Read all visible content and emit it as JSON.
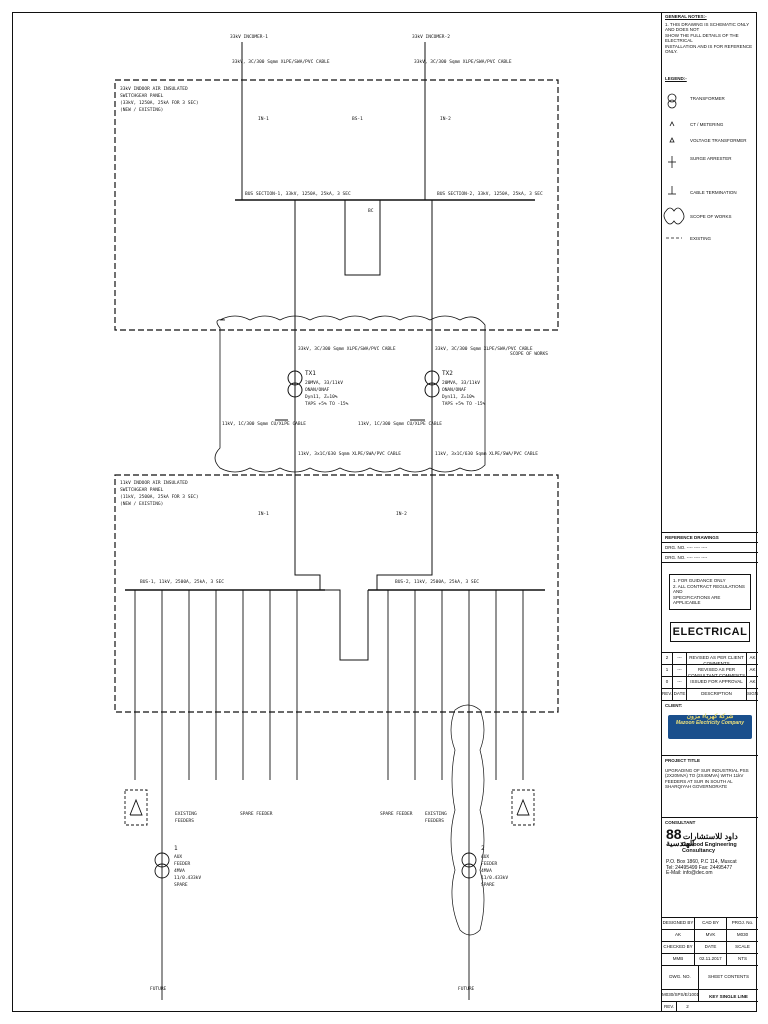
{
  "notes": {
    "title": "GENERAL NOTES:-",
    "lines": [
      "1. THIS DRAWING IS SCHEMATIC ONLY AND DOES NOT",
      "SHOW THE FULL DETAILS OF THE ELECTRICAL",
      "INSTALLATION AND IS FOR REFERENCE ONLY."
    ],
    "legend_title": "LEGEND:-",
    "legend": [
      "TRANSFORMER",
      "CT / METERING",
      "VOLTAGE TRANSFORMER",
      "SURGE ARRESTER",
      "CABLE TERMINATION",
      "SCOPE OF WORKS",
      "EXISTING"
    ]
  },
  "diagram": {
    "incomers": [
      "33kV INCOMER-1",
      "33kV INCOMER-2"
    ],
    "incomer_cables": [
      "33kV, 3C/300 Sqmm XLPE/SWA/PVC CABLE",
      "33kV, 3C/300 Sqmm XLPE/SWA/PVC CABLE"
    ],
    "hv_board": [
      "33kV INDOOR AIR INSULATED",
      "SWITCHGEAR PANEL",
      "(33kV, 1250A, 25kA FOR 3 SEC)",
      "(NEW / EXISTING)"
    ],
    "hv_panels": [
      "IN-1",
      "BS-1",
      "IN-2"
    ],
    "hv_busbar_1": "BUS SECTION-1, 33kV, 1250A, 25kA, 3 SEC",
    "hv_busbar_2": "BUS SECTION-2, 33kV, 1250A, 25kA, 3 SEC",
    "buscoupler": "BC",
    "scope_label": "SCOPE OF WORKS",
    "tx": [
      "TX1",
      "TX2"
    ],
    "tx_cable_hv": [
      "33kV, 3C/300 Sqmm XLPE/SWA/PVC CABLE",
      "33kV, 3C/300 Sqmm XLPE/SWA/PVC CABLE"
    ],
    "tx_spec": [
      "20MVA, 33/11kV",
      "ONAN/ONAF",
      "Dyn11, Z=10%",
      "TAPS +5% TO -15%"
    ],
    "tx_earth": [
      "11kV, 1C/300 Sqmm CU/XLPE CABLE",
      "11kV, 1C/300 Sqmm CU/XLPE CABLE"
    ],
    "tx_cable_lv": [
      "11kV, 3x1C/630 Sqmm XLPE/SWA/PVC CABLE",
      "11kV, 3x1C/630 Sqmm XLPE/SWA/PVC CABLE"
    ],
    "mv_board": [
      "11kV INDOOR AIR INSULATED",
      "SWITCHGEAR PANEL",
      "(11kV, 2500A, 25kA FOR 3 SEC)",
      "(NEW / EXISTING)"
    ],
    "mv_incomers": [
      "IN-1",
      "IN-2"
    ],
    "mv_busbar_1": "BUS-1, 11kV, 2500A, 25kA, 3 SEC",
    "mv_busbar_2": "BUS-2, 11kV, 2500A, 25kA, 3 SEC",
    "load_left": [
      "1",
      "AUX",
      "FEEDER",
      "4MVA",
      "11/0.433kV",
      "SPARE"
    ],
    "load_right": [
      "2",
      "AUX",
      "FEEDER",
      "4MVA",
      "11/0.433kV",
      "SPARE"
    ],
    "existing_label": [
      "EXISTING",
      "FEEDERS"
    ],
    "spare_feeder": "SPARE FEEDER",
    "future": "FUTURE"
  },
  "title_block": {
    "reference_title": "REFERENCE DRAWINGS",
    "ref_rows": [
      "DRG. NO. ---- ---- ----",
      "DRG. NO. ---- ---- ----"
    ],
    "notes_box": [
      "1. FOR GUIDANCE ONLY",
      "2. ALL CONTRACT REGULATIONS AND",
      "SPECIFICATIONS ARE APPLICABLE"
    ],
    "discipline": "ELECTRICAL",
    "revisions": [
      {
        "rev": "2",
        "date": "---",
        "desc": "REVISED AS PER CLIENT COMMENTS",
        "by": "AK"
      },
      {
        "rev": "1",
        "date": "---",
        "desc": "REVISED AS PER CONSULTANT COMMENTS",
        "by": "AK"
      },
      {
        "rev": "0",
        "date": "---",
        "desc": "ISSUED FOR APPROVAL",
        "by": "AK"
      }
    ],
    "rev_headers": [
      "REV.",
      "DATE",
      "DESCRIPTION",
      "SIGN"
    ],
    "client_label": "CLIENT:",
    "client_name_ar": "شركة كهرباء مزون",
    "client_name_en": "Mazoon Electricity Company",
    "project_label": "PROJECT TITLE",
    "project_title": "UPGRADING OF SUR INDUSTRIAL PSS (2X20MVA) TO (2X40MVA) WITH 11kV FEEDERS AT SUR IN SOUTH AL SHARQIYAH GOVERNORATE",
    "consultant_label": "CONSULTANT",
    "consultant_logo": "88",
    "consultant_name_ar": "داود للاستشارات الهندسية",
    "consultant_name_en": "Dawood Engineering Consultancy",
    "consultant_address": [
      "P.O. Box 1860, P.C 114, Muscat",
      "Tel: 24495499 Fax: 24495477",
      "E-Mail: info@dec.om"
    ],
    "grid_headers": [
      "DESIGNED BY",
      "CAD BY",
      "PROJ. No."
    ],
    "grid_values": [
      "AK",
      "MVK",
      "M030"
    ],
    "grid_headers2": [
      "CHECKED BY",
      "DATE",
      "SCALE"
    ],
    "grid_values2": [
      "MMB",
      "02.11.2017",
      "NTS"
    ],
    "dwg_no_label": "DWG. NO.",
    "sheet_contents_label": "SHEET CONTENTS",
    "dwg_no": "M030/SPS/E/1001",
    "sheet_contents": "KEY SINGLE LINE DIAGRAM",
    "rev_label": "REV.",
    "rev_value": "2"
  }
}
